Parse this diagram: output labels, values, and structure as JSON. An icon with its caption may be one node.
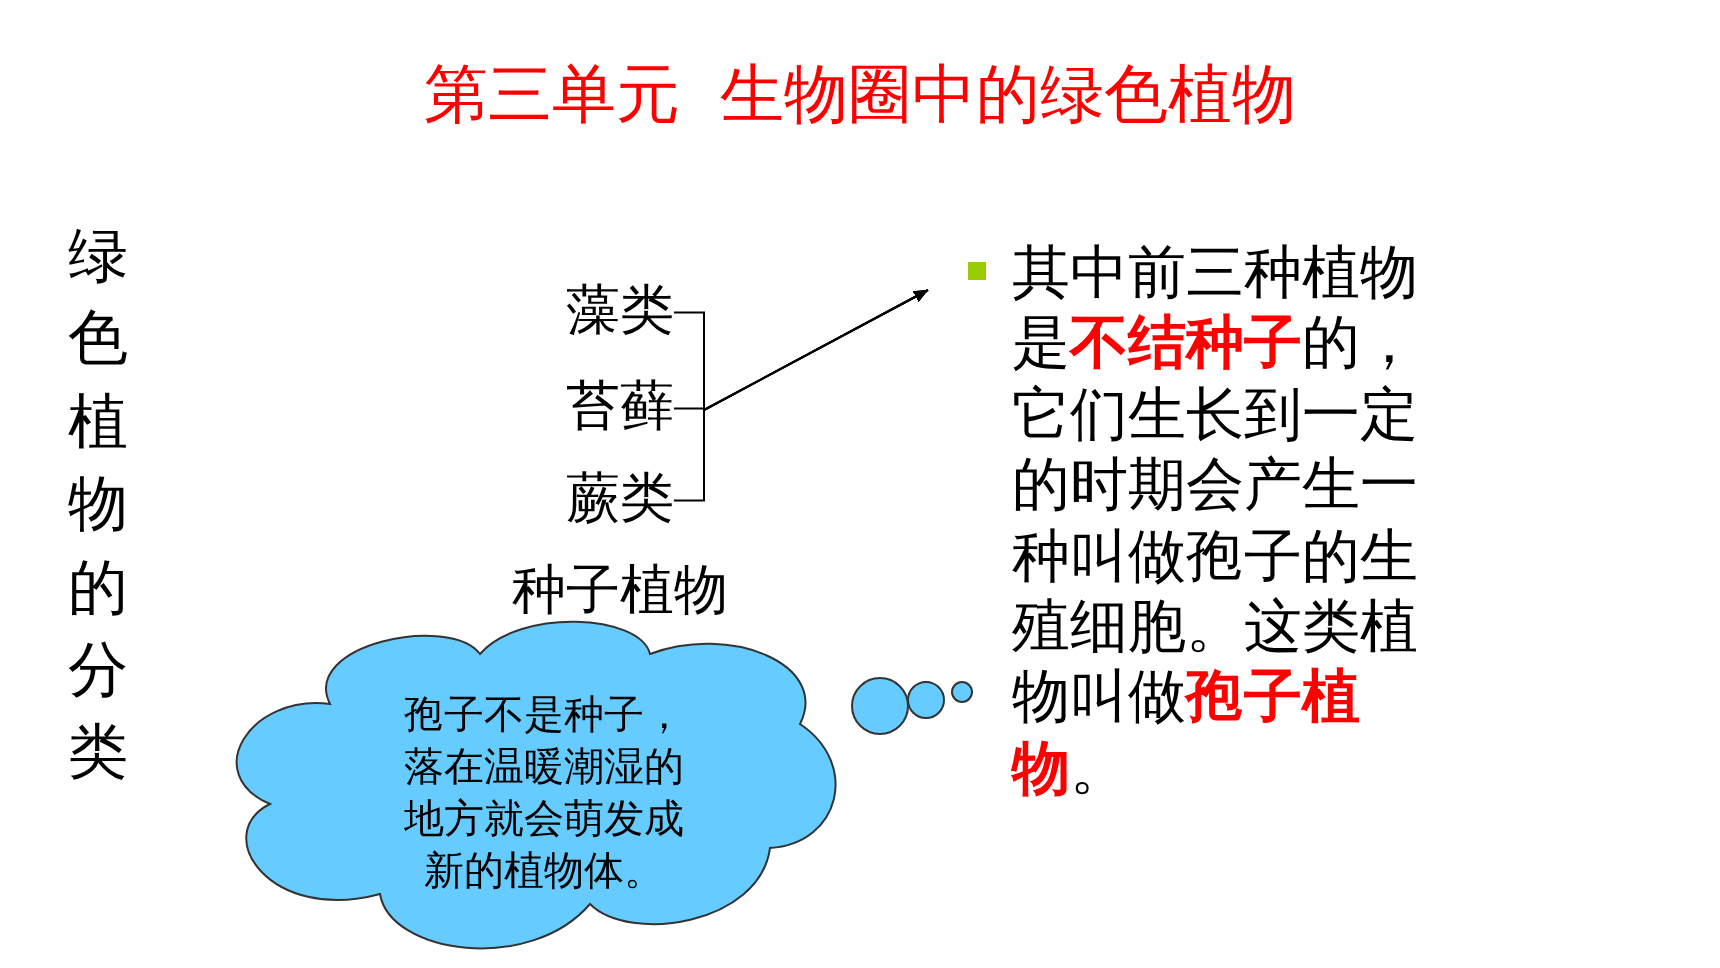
{
  "diagram": {
    "title": "第三单元  生物圈中的绿色植物",
    "nodes": [
      {
        "text": [
          "绿色植物的分类"
        ]
      },
      {
        "text": [
          "藻类"
        ]
      },
      {
        "text": [
          "苔藓"
        ]
      },
      {
        "text": [
          "蕨类"
        ]
      },
      {
        "text": [
          "种子植物"
        ]
      },
      {
        "text": [
          "其中前三种植物是**不结种子**的，它们生长到一定的时期会产生一种叫做孢子的生殖细胞。这类植物叫做**孢子植物**。"
        ]
      },
      {
        "text": [
          "孢子不是种子，落在温暖潮湿的地方就会萌发成新的植物体。"
        ]
      }
    ],
    "edges": [
      {
        "from": 1,
        "to": 5,
        "arrow": "to"
      },
      {
        "from": 2,
        "to": 5,
        "arrow": "to"
      },
      {
        "from": 3,
        "to": 5,
        "arrow": "to"
      }
    ]
  }
}
